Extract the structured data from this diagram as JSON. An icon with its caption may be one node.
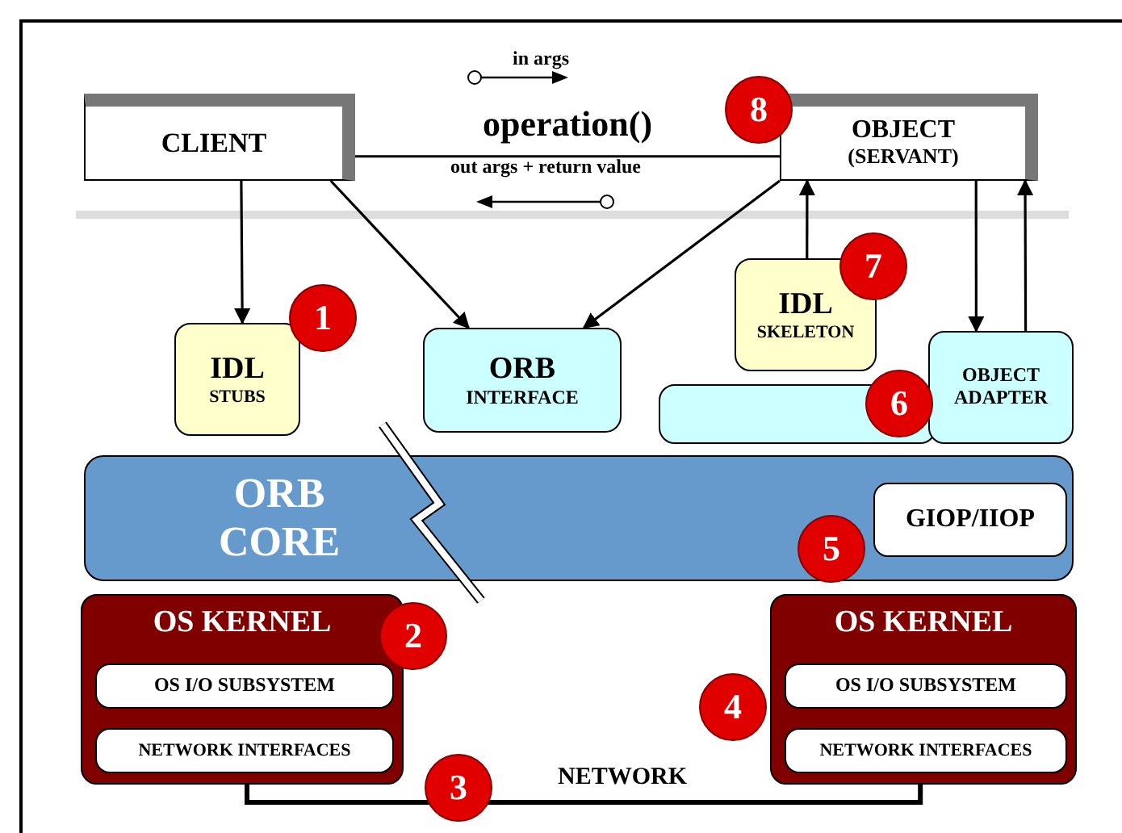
{
  "diagram": {
    "nodes": [
      {
        "text": [
          "CLIENT"
        ]
      },
      {
        "text": [
          "OBJECT",
          "(SERVANT)"
        ]
      },
      {
        "text": [
          "IDL",
          "SKELETON"
        ]
      },
      {
        "text": [
          "IDL",
          "STUBS"
        ]
      },
      {
        "text": [
          "ORB",
          "INTERFACE"
        ]
      },
      {
        "text": [],
        "shape": "bar"
      },
      {
        "text": [
          "OBJECT",
          "ADAPTER"
        ]
      },
      {
        "text": [
          "ORB CORE"
        ]
      },
      {
        "text": [
          "GIOP/IIOP"
        ],
        "in": 7
      },
      {
        "text": [
          "OS KERNEL"
        ]
      },
      {
        "text": [
          "OS I/O SUBSYSTEM"
        ],
        "in": 9
      },
      {
        "text": [
          "NETWORK INTERFACES"
        ],
        "in": 9
      },
      {
        "text": [
          "OS KERNEL"
        ]
      },
      {
        "text": [
          "OS I/O SUBSYSTEM"
        ],
        "in": 12
      },
      {
        "text": [
          "NETWORK INTERFACES"
        ],
        "in": 12
      }
    ],
    "edges": [
      {
        "from": 0,
        "to": 1,
        "arrow": "none",
        "label": "operation()"
      },
      {
        "from": 0,
        "to": 3,
        "arrow": "to"
      },
      {
        "from": 0,
        "to": 4,
        "arrow": "to"
      },
      {
        "from": 1,
        "to": 4,
        "arrow": "to"
      },
      {
        "from": 2,
        "to": 1,
        "arrow": "to"
      },
      {
        "from": 1,
        "to": 6,
        "arrow": "to"
      },
      {
        "from": 6,
        "to": 1,
        "arrow": "to"
      },
      {
        "from": 9,
        "to": 12,
        "arrow": "none",
        "label": "NETWORK"
      }
    ],
    "labels": [
      "in args",
      "8",
      "out args + return value",
      "7",
      "1",
      "6",
      "5",
      "2",
      "4",
      "3"
    ]
  }
}
